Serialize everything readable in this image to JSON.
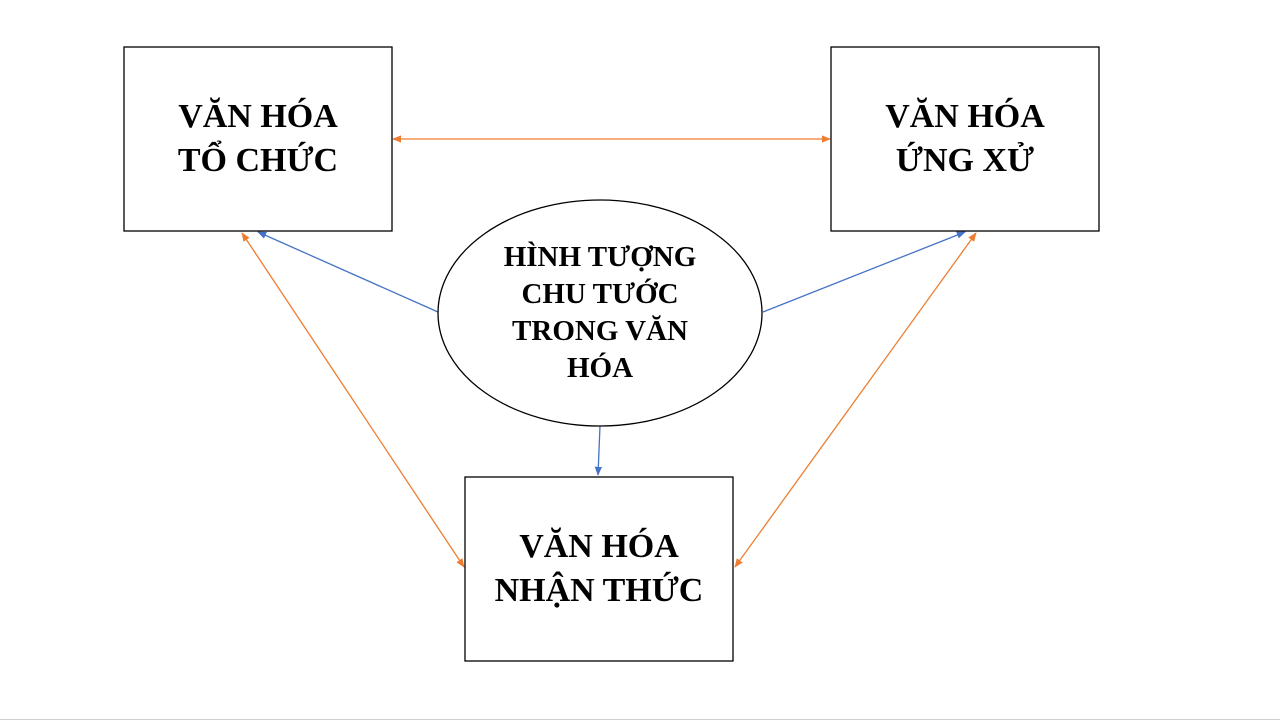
{
  "diagram": {
    "nodes": {
      "organization": {
        "lines": [
          "VĂN HÓA",
          "TỔ CHỨC"
        ]
      },
      "behavior": {
        "lines": [
          "VĂN HÓA",
          "ỨNG XỬ"
        ]
      },
      "cognition": {
        "lines": [
          "VĂN HÓA",
          "NHẬN THỨC"
        ]
      },
      "center": {
        "lines": [
          "HÌNH TƯỢNG",
          "CHU TƯỚC",
          "TRONG VĂN",
          "HÓA"
        ]
      }
    },
    "edges": [
      {
        "from": "organization",
        "to": "behavior",
        "direction": "both",
        "color": "#ED7D31"
      },
      {
        "from": "organization",
        "to": "cognition",
        "direction": "both",
        "color": "#ED7D31"
      },
      {
        "from": "behavior",
        "to": "cognition",
        "direction": "both",
        "color": "#ED7D31"
      },
      {
        "from": "center",
        "to": "organization",
        "direction": "forward",
        "color": "#4472C4"
      },
      {
        "from": "center",
        "to": "behavior",
        "direction": "forward",
        "color": "#4472C4"
      },
      {
        "from": "center",
        "to": "cognition",
        "direction": "forward",
        "color": "#4472C4"
      }
    ],
    "colors": {
      "border": "#000000",
      "relation": "#ED7D31",
      "influence": "#4472C4"
    }
  }
}
